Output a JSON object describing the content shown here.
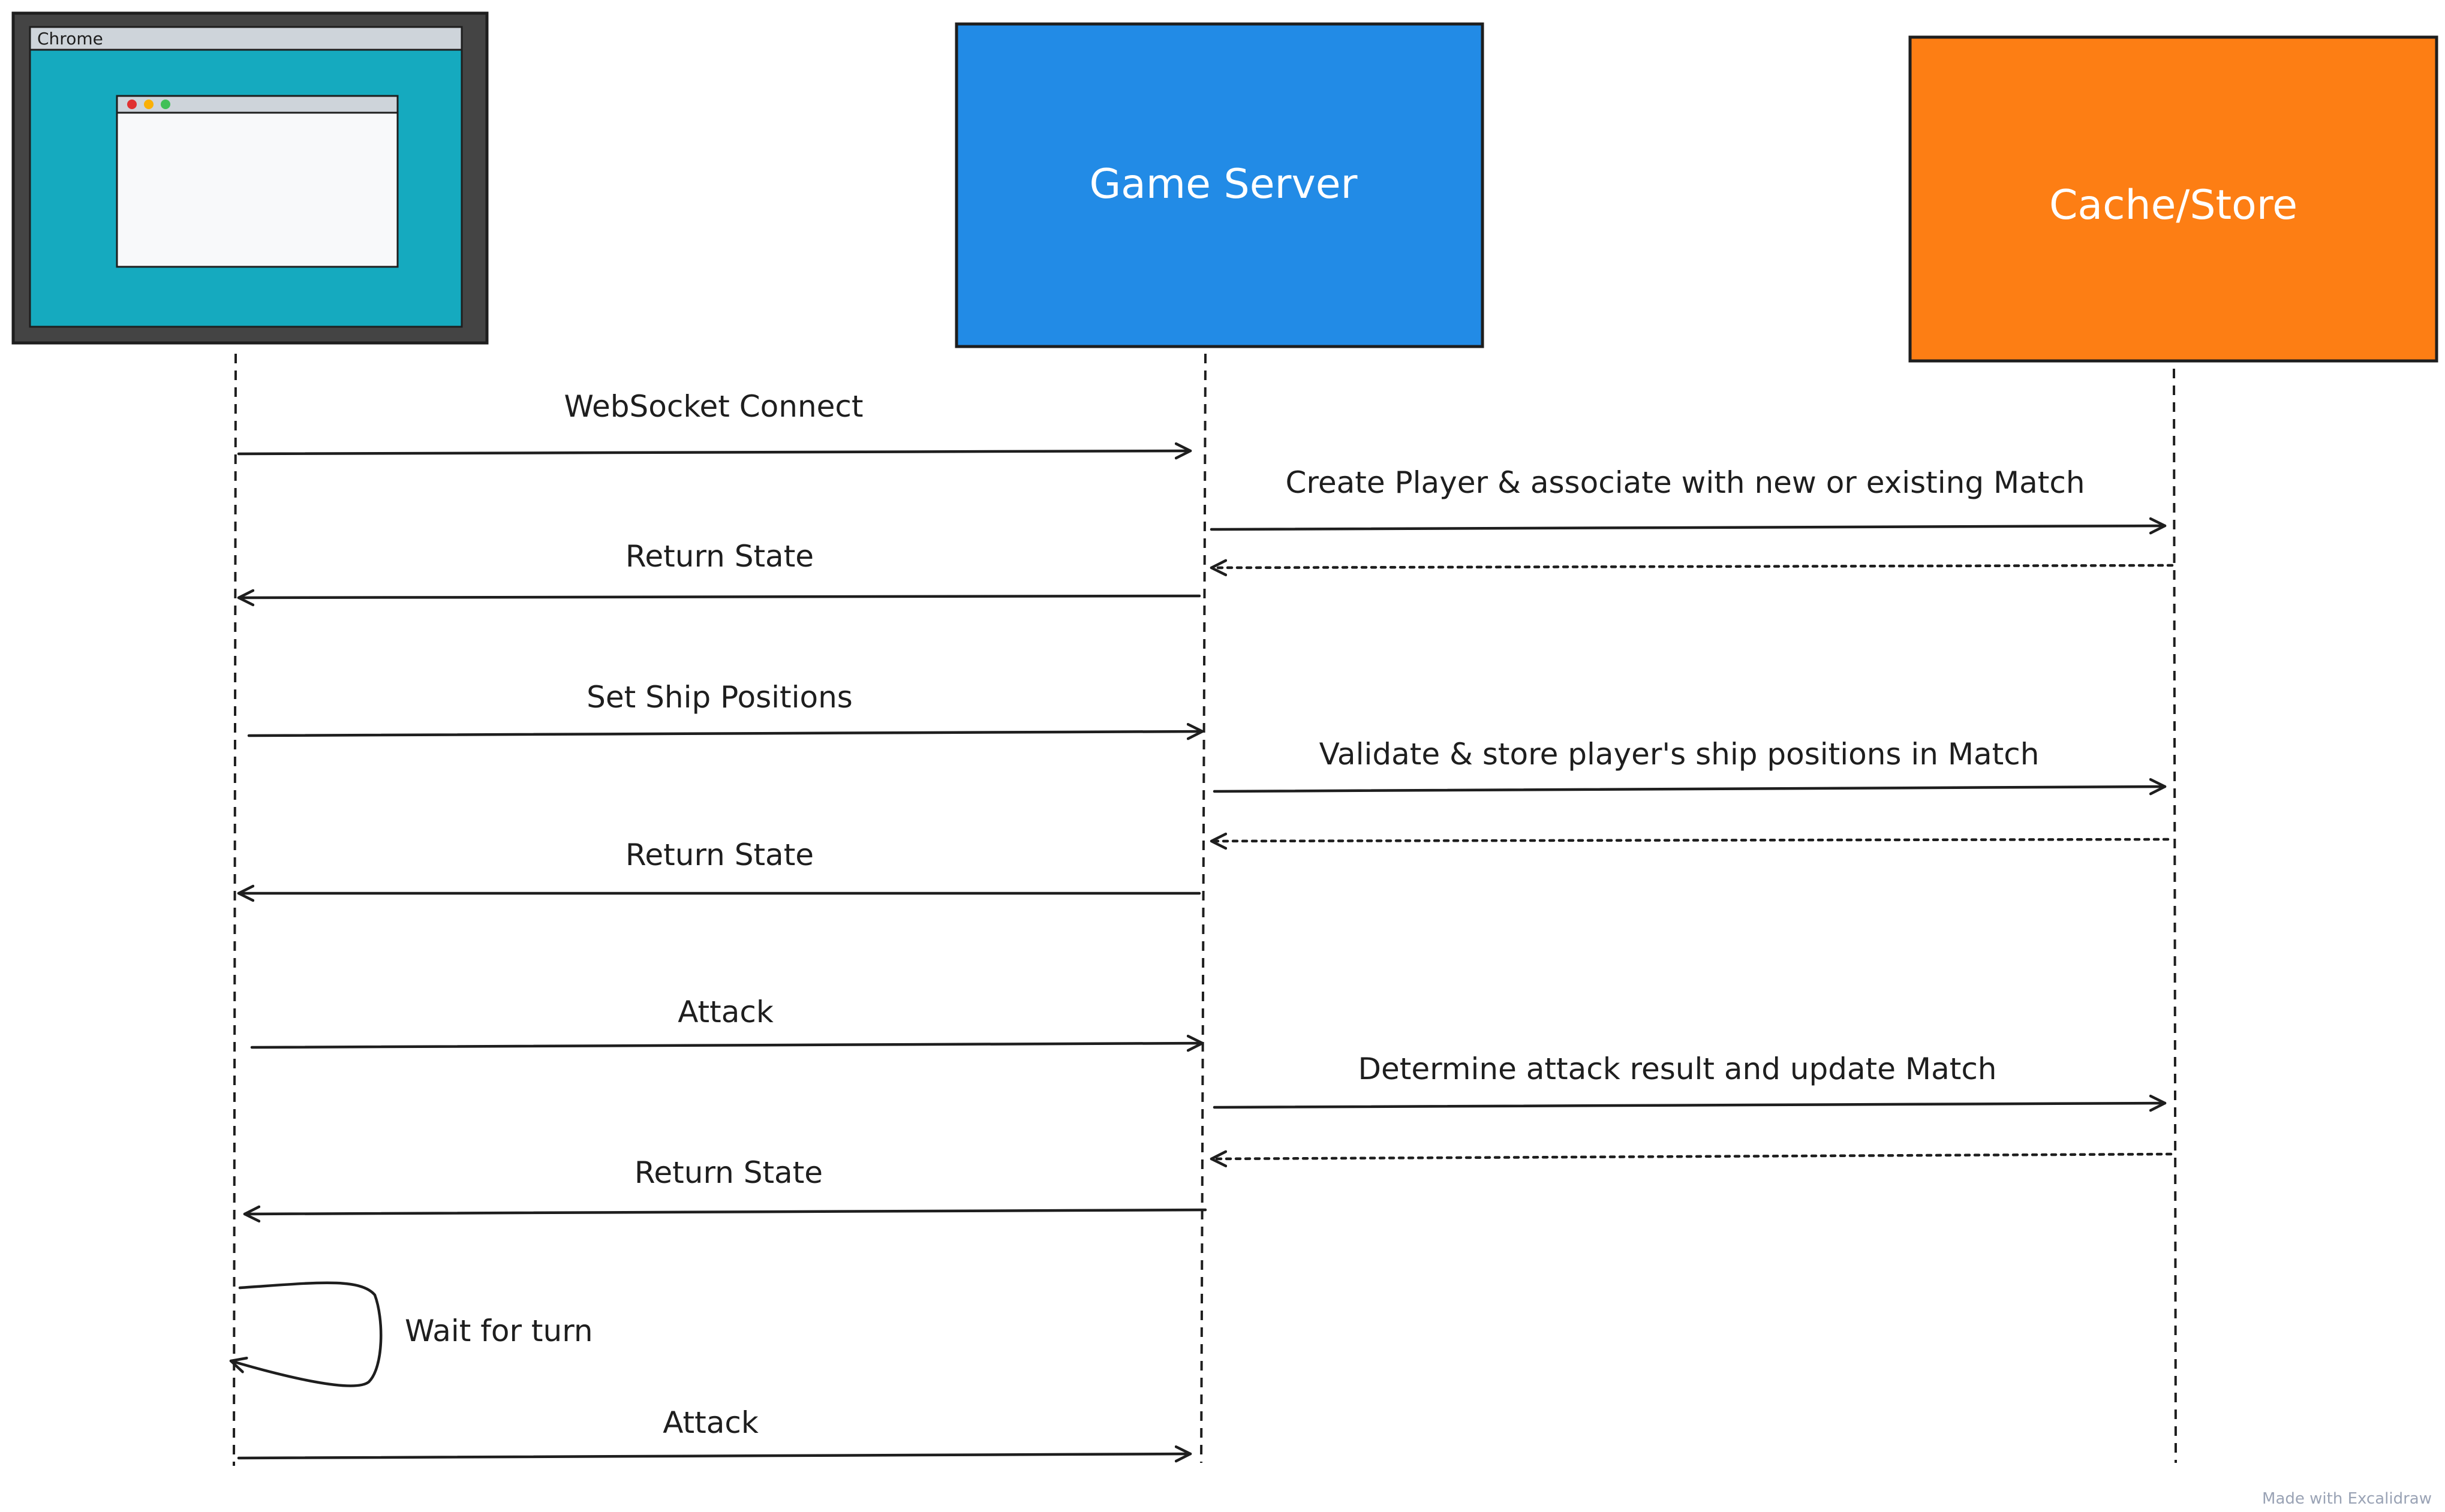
{
  "participants": {
    "browser": {
      "window_title": "Chrome"
    },
    "server": {
      "label": "Game Server"
    },
    "store": {
      "label": "Cache/Store"
    }
  },
  "messages": [
    {
      "text": "WebSocket Connect"
    },
    {
      "text": "Create Player & associate with new or existing Match"
    },
    {
      "text": ""
    },
    {
      "text": "Return State"
    },
    {
      "text": "Set Ship Positions"
    },
    {
      "text": "Validate & store player's ship positions in Match"
    },
    {
      "text": ""
    },
    {
      "text": "Return State"
    },
    {
      "text": "Attack"
    },
    {
      "text": "Determine attack result and update Match"
    },
    {
      "text": ""
    },
    {
      "text": "Return State"
    },
    {
      "text": "Wait for turn"
    },
    {
      "text": "Attack"
    }
  ],
  "footer": {
    "text": "Made with Excalidraw"
  },
  "colors": {
    "server_fill": "#228be6",
    "store_fill": "#fd7e14",
    "monitor_frame": "#444444",
    "screen": "#15aabf",
    "stroke": "#1e1e1e"
  }
}
